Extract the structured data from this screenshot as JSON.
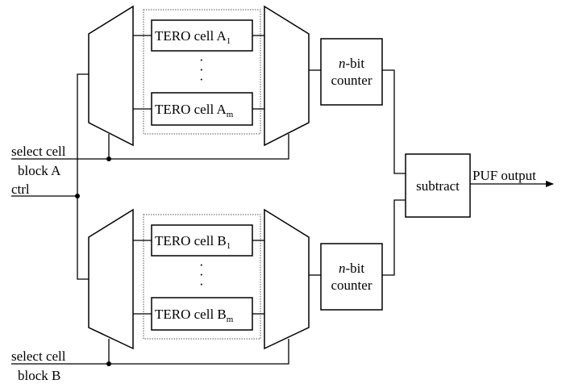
{
  "block_a": {
    "cell_first": "TERO cell A",
    "cell_first_sub": "1",
    "cell_last": "TERO cell A",
    "cell_last_sub": "m",
    "counter_line1_italic": "n",
    "counter_line1_rest": "-bit",
    "counter_line2": "counter",
    "select_line1": "select cell",
    "select_line2": "block A"
  },
  "block_b": {
    "cell_first": "TERO cell B",
    "cell_first_sub": "1",
    "cell_last": "TERO cell B",
    "cell_last_sub": "m",
    "counter_line1_italic": "n",
    "counter_line1_rest": "-bit",
    "counter_line2": "counter",
    "select_line1": "select cell",
    "select_line2": "block B"
  },
  "ctrl_label": "ctrl",
  "subtract_label": "subtract",
  "output_label": "PUF output",
  "ellipsis_dot": "·"
}
